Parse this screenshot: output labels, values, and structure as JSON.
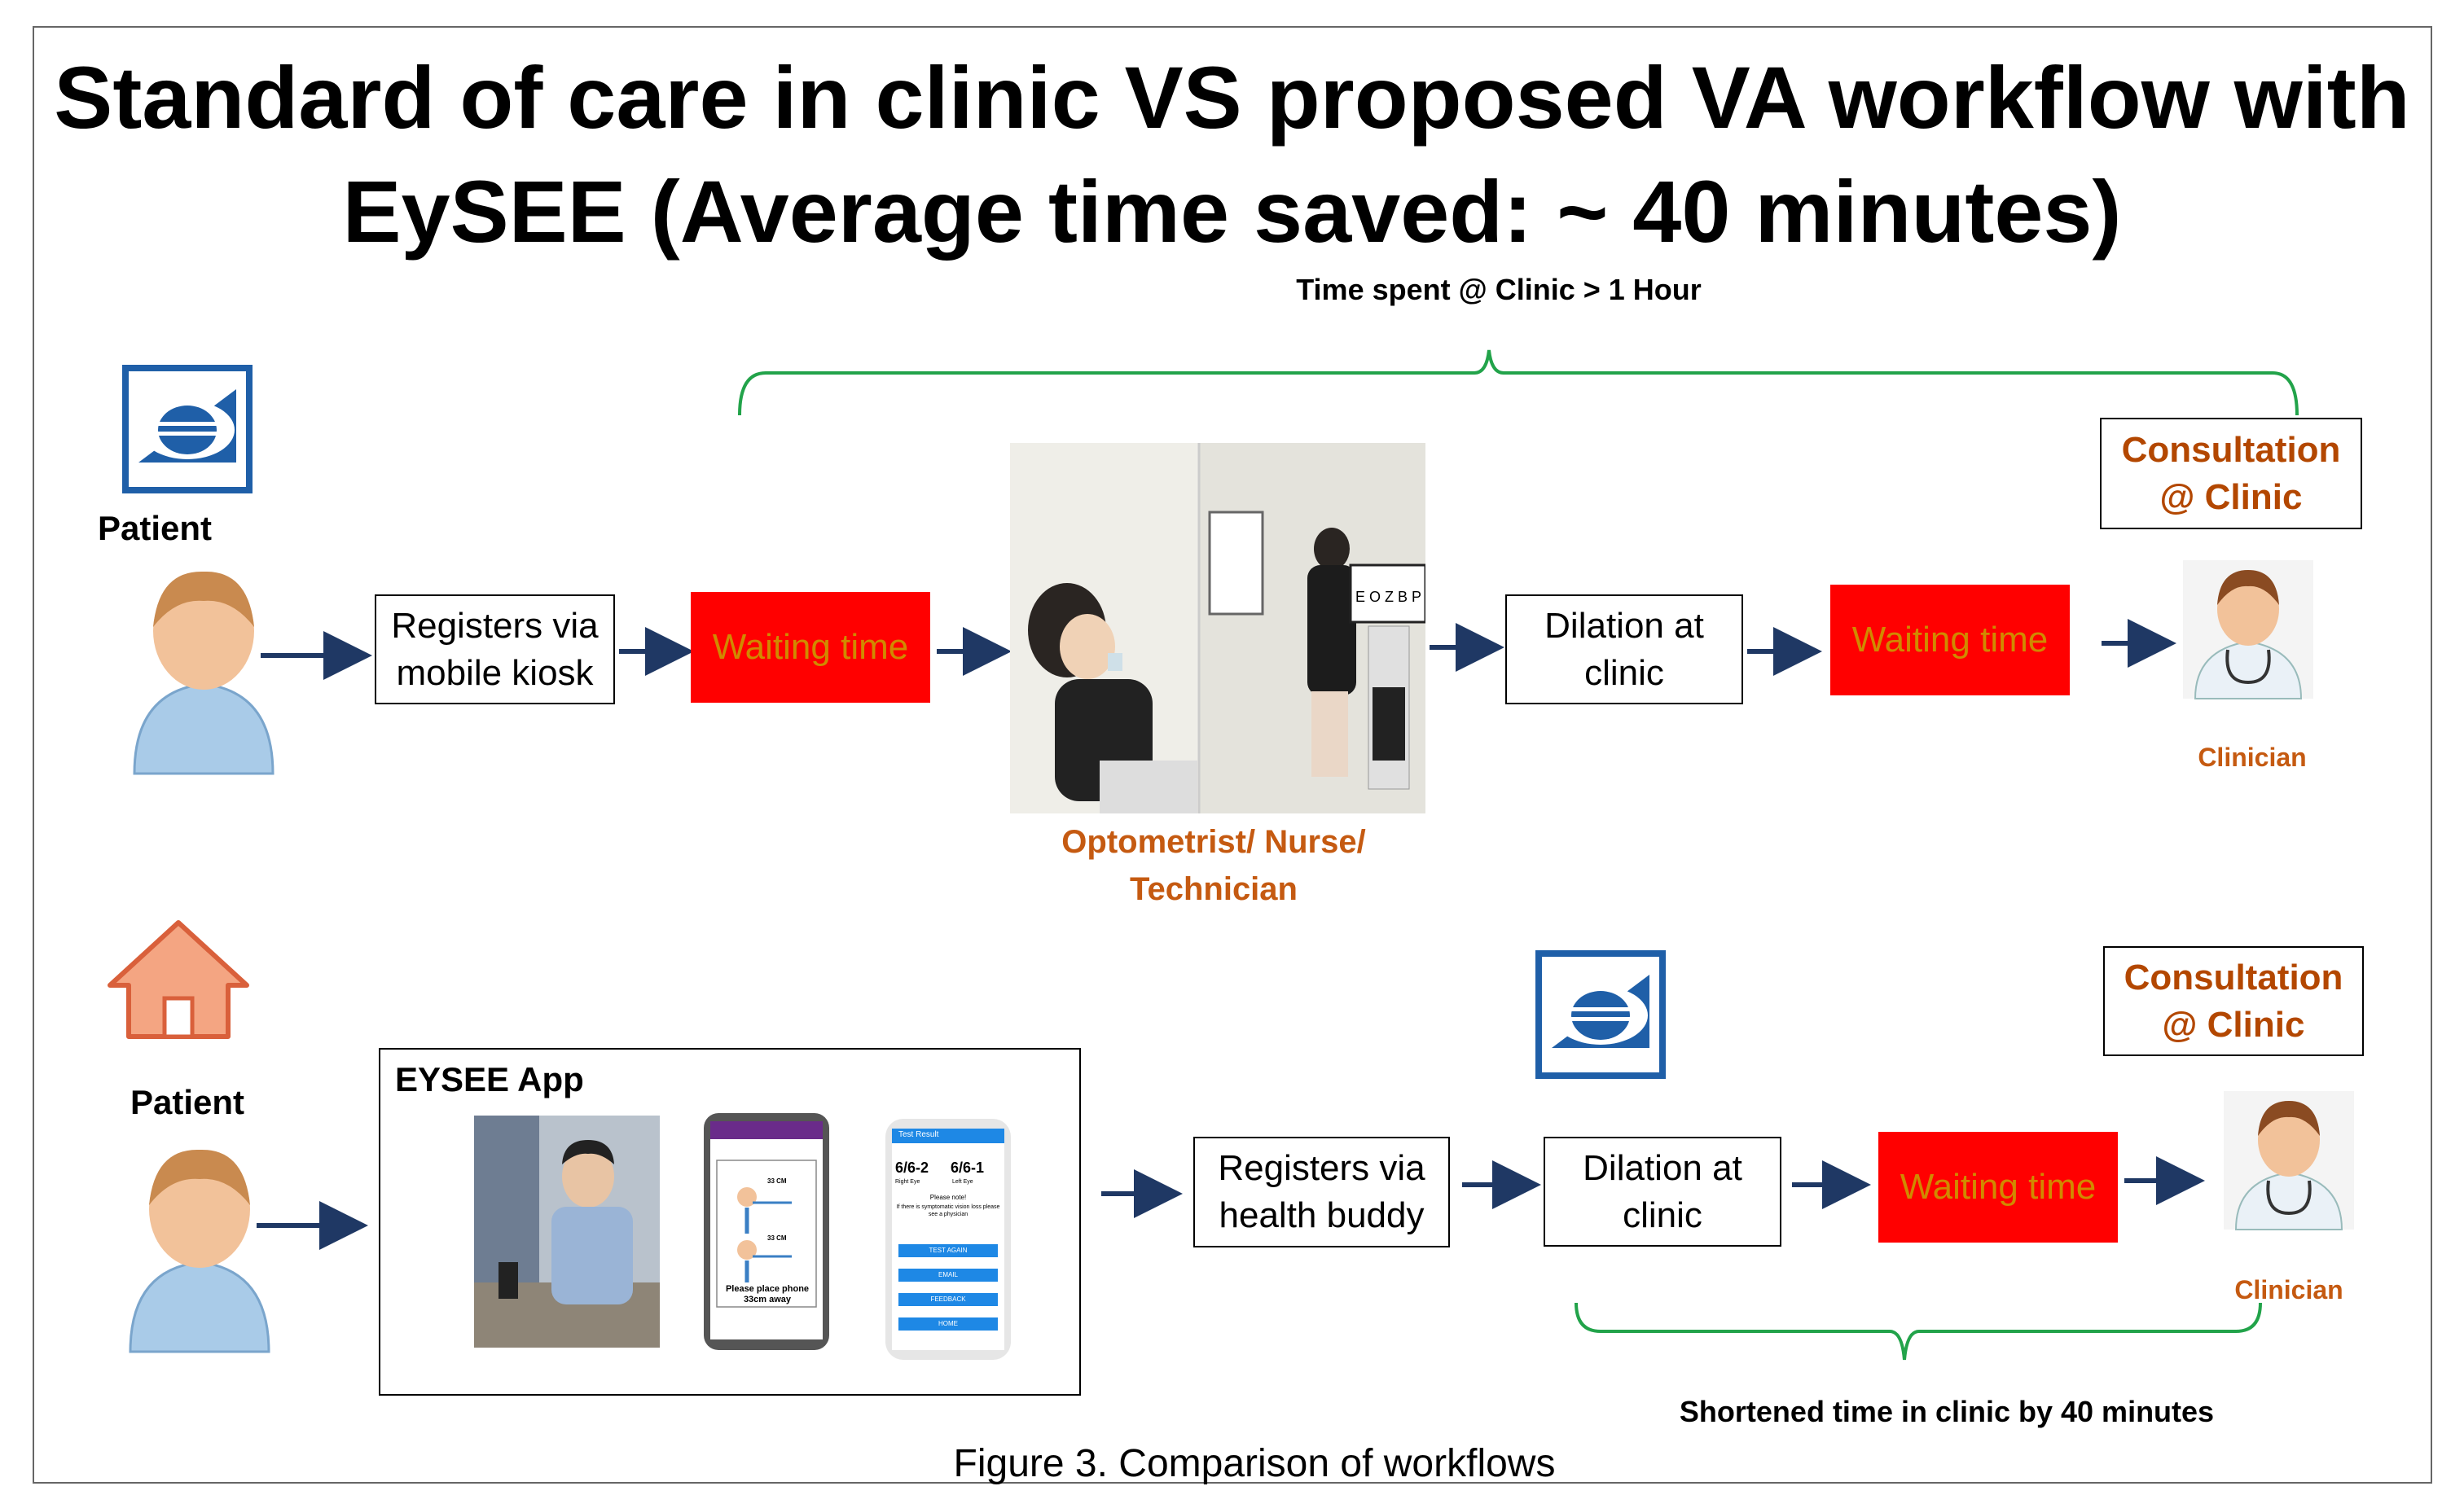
{
  "title": "Standard of care in clinic VS proposed VA workflow with EySEE (Average time saved: ~ 40 minutes)",
  "top_flow": {
    "brace_label": "Time spent @ Clinic > 1 Hour",
    "patient_label": "Patient",
    "registers": "Registers via mobile kiosk",
    "waiting1": "Waiting time",
    "optometrist_label": "Optometrist/ Nurse/ Technician",
    "chart_letters": "E O Z B P",
    "dilation": "Dilation at clinic",
    "waiting2": "Waiting time",
    "consultation": "Consultation @ Clinic",
    "clinician_label": "Clinician"
  },
  "bottom_flow": {
    "patient_label": "Patient",
    "app_title": "EYSEE App",
    "registers": "Registers via health buddy",
    "dilation": "Dilation at clinic",
    "waiting": "Waiting time",
    "consultation": "Consultation @ Clinic",
    "clinician_label": "Clinician",
    "brace_label": "Shortened time in clinic by 40 minutes",
    "phone2_text": "Please place phone 33cm away",
    "phone2_tag1": "33 CM",
    "phone2_tag2": "33 CM",
    "phone3_header": "Test Result",
    "phone3_score1": "6/6-2",
    "phone3_score2": "6/6-1",
    "phone3_eye1": "Right Eye",
    "phone3_eye2": "Left Eye",
    "phone3_note": "Please note!",
    "phone3_sub": "If there is symptomatic vision loss please see a physician",
    "phone3_buttons": [
      "TEST AGAIN",
      "EMAIL",
      "FEEDBACK",
      "HOME"
    ]
  },
  "caption": "Figure 3. Comparison of workflows",
  "colors": {
    "waiting_bg": "#ff0000",
    "waiting_text": "#d08a00",
    "consult_text": "#b34700",
    "role_orange": "#c55a11",
    "brace_green": "#22a34a",
    "arrow_navy": "#1f3864",
    "logo_blue": "#1f5fa8",
    "house_fill": "#f4a582"
  }
}
